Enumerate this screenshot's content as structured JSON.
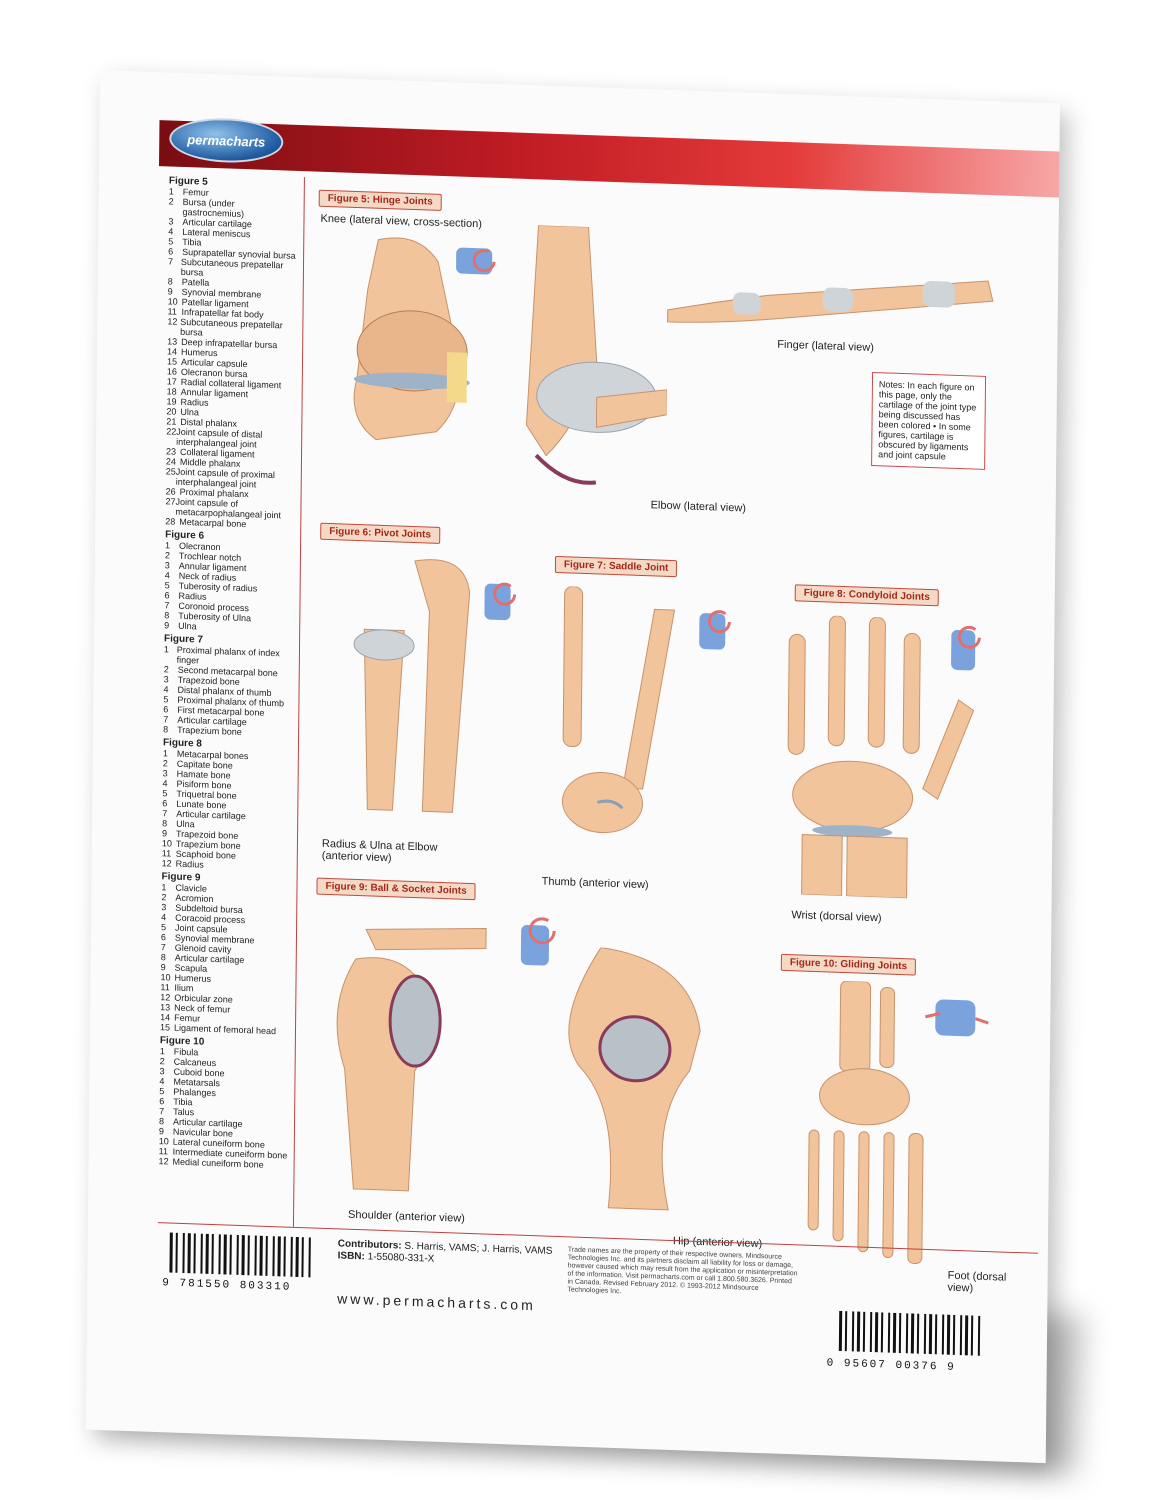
{
  "brand": {
    "logo_text": "permacharts"
  },
  "legend": [
    {
      "title": "Figure 5",
      "items": [
        "Femur",
        "Bursa (under gastrocnemius)",
        "Articular cartilage",
        "Lateral meniscus",
        "Tibia",
        "Suprapatellar synovial bursa",
        "Subcutaneous prepatellar bursa",
        "Patella",
        "Synovial membrane",
        "Patellar ligament",
        "Infrapatellar fat body",
        "Subcutaneous prepatellar bursa",
        "Deep infrapatellar bursa",
        "Humerus",
        "Articular capsule",
        "Olecranon bursa",
        "Radial collateral ligament",
        "Annular ligament",
        "Radius",
        "Ulna",
        "Distal phalanx",
        "Joint capsule of distal interphalangeal joint",
        "Collateral ligament",
        "Middle phalanx",
        "Joint capsule of proximal interphalangeal joint",
        "Proximal phalanx",
        "Joint capsule of metacarpophalangeal joint",
        "Metacarpal bone"
      ]
    },
    {
      "title": "Figure 6",
      "items": [
        "Olecranon",
        "Trochlear notch",
        "Annular ligament",
        "Neck of radius",
        "Tuberosity of radius",
        "Radius",
        "Coronoid process",
        "Tuberosity of Ulna",
        "Ulna"
      ]
    },
    {
      "title": "Figure 7",
      "items": [
        "Proximal phalanx of index finger",
        "Second metacarpal bone",
        "Trapezoid bone",
        "Distal phalanx of thumb",
        "Proximal phalanx of thumb",
        "First metacarpal bone",
        "Articular cartilage",
        "Trapezium bone"
      ]
    },
    {
      "title": "Figure 8",
      "items": [
        "Metacarpal bones",
        "Capitate bone",
        "Hamate bone",
        "Pisiform bone",
        "Triquetral bone",
        "Lunate bone",
        "Articular cartilage",
        "Ulna",
        "Trapezoid bone",
        "Trapezium bone",
        "Scaphoid bone",
        "Radius"
      ]
    },
    {
      "title": "Figure 9",
      "items": [
        "Clavicle",
        "Acromion",
        "Subdeltoid bursa",
        "Coracoid process",
        "Joint capsule",
        "Synovial membrane",
        "Glenoid cavity",
        "Articular cartilage",
        "Scapula",
        "Humerus",
        "Ilium",
        "Orbicular zone",
        "Neck of femur",
        "Femur",
        "Ligament of femoral head"
      ]
    },
    {
      "title": "Figure 10",
      "items": [
        "Fibula",
        "Calcaneus",
        "Cuboid bone",
        "Metatarsals",
        "Phalanges",
        "Tibia",
        "Talus",
        "Articular cartilage",
        "Navicular bone",
        "Lateral cuneiform bone",
        "Intermediate cuneiform bone",
        "Medial cuneiform bone"
      ]
    }
  ],
  "figures": {
    "fig5": {
      "title": "Figure 5: Hinge Joints",
      "knee_caption": "Knee (lateral view, cross-section)",
      "finger_caption": "Finger (lateral view)",
      "elbow_caption": "Elbow (lateral view)"
    },
    "fig6": {
      "title": "Figure 6: Pivot Joints",
      "caption": "Radius & Ulna at Elbow (anterior view)"
    },
    "fig7": {
      "title": "Figure 7: Saddle Joint",
      "caption": "Thumb (anterior view)"
    },
    "fig8": {
      "title": "Figure 8: Condyloid Joints",
      "caption": "Wrist (dorsal view)"
    },
    "fig9": {
      "title": "Figure 9: Ball & Socket Joints",
      "shoulder_caption": "Shoulder (anterior view)",
      "hip_caption": "Hip (anterior view)"
    },
    "fig10": {
      "title": "Figure 10: Gliding Joints",
      "caption": "Foot (dorsal view)"
    }
  },
  "notes": "Notes: In each figure on this page, only the cartilage of the joint type being discussed has been colored • In some figures, cartilage is obscured by ligaments and joint capsule",
  "footer": {
    "contributors_label": "Contributors:",
    "contributors": "S. Harris, VAMS; J. Harris, VAMS",
    "isbn_label": "ISBN:",
    "isbn": "1-55080-331-X",
    "website": "www.permacharts.com",
    "fine_print": "Trade names are the property of their respective owners. Mindsource Technologies Inc. and its partners disclaim all liability for loss or damage, however caused which may result from the application or misinterpretation of the information. Visit permacharts.com or call 1.800.580.3626. Printed in Canada. Revised February 2012. © 1993-2012 Mindsource Technologies Inc.",
    "barcode_left": "9 781550 803310",
    "barcode_right": "0 95607 00376 9"
  },
  "colors": {
    "accent": "#c01c24",
    "bone": "#f3c39b",
    "cartilage": "#9fb3c8"
  }
}
